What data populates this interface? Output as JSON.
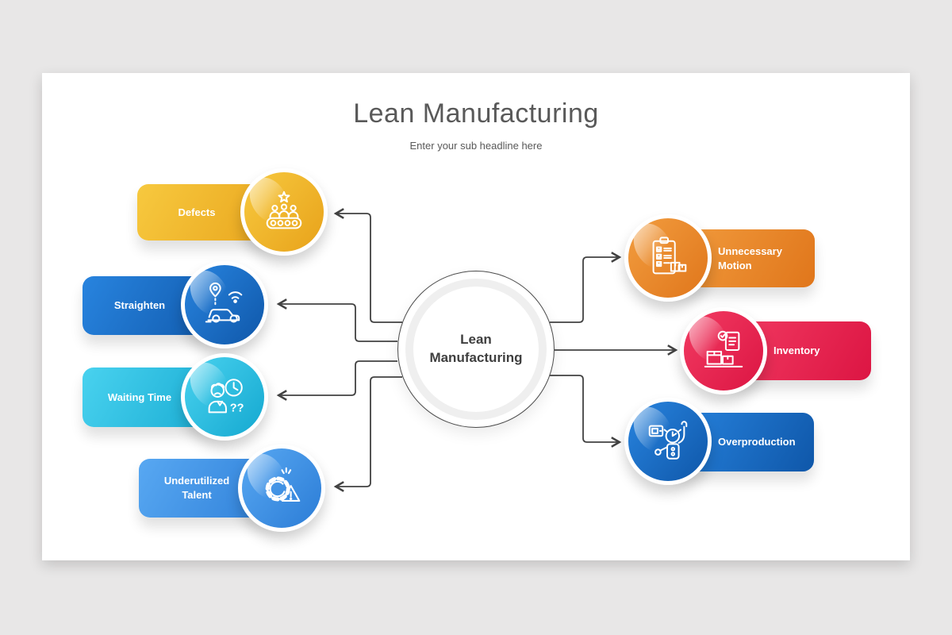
{
  "header": {
    "title": "Lean Manufacturing",
    "subtitle": "Enter your sub headline here"
  },
  "center": {
    "line1": "Lean",
    "line2": "Manufacturing"
  },
  "nodes": {
    "left": [
      {
        "label": "Defects",
        "icon": "assembly-line-icon",
        "c1": "#F7C93F",
        "c2": "#E8A21A"
      },
      {
        "label": "Straighten",
        "icon": "smart-car-icon",
        "c1": "#2884DF",
        "c2": "#0F57A9"
      },
      {
        "label": "Waiting Time",
        "icon": "waiting-person-icon",
        "c1": "#49D2EF",
        "c2": "#14A8D0"
      },
      {
        "label": "Underutilized Talent",
        "icon": "gear-warning-icon",
        "c1": "#58A8F2",
        "c2": "#2B7CD6"
      }
    ],
    "right": [
      {
        "label": "Unnecessary Motion",
        "icon": "checklist-boxes-icon",
        "c1": "#F29D3F",
        "c2": "#E0761B"
      },
      {
        "label": "Inventory",
        "icon": "inventory-boxes-icon",
        "c1": "#F23B62",
        "c2": "#DC1543"
      },
      {
        "label": "Overproduction",
        "icon": "robot-icon",
        "c1": "#2884DF",
        "c2": "#0F57A9"
      }
    ]
  },
  "colors": {
    "connector": "#424242",
    "background": "#E8E7E7",
    "slide": "#FFFFFF",
    "title_text": "#595959",
    "center_text": "#3F3F3F"
  }
}
